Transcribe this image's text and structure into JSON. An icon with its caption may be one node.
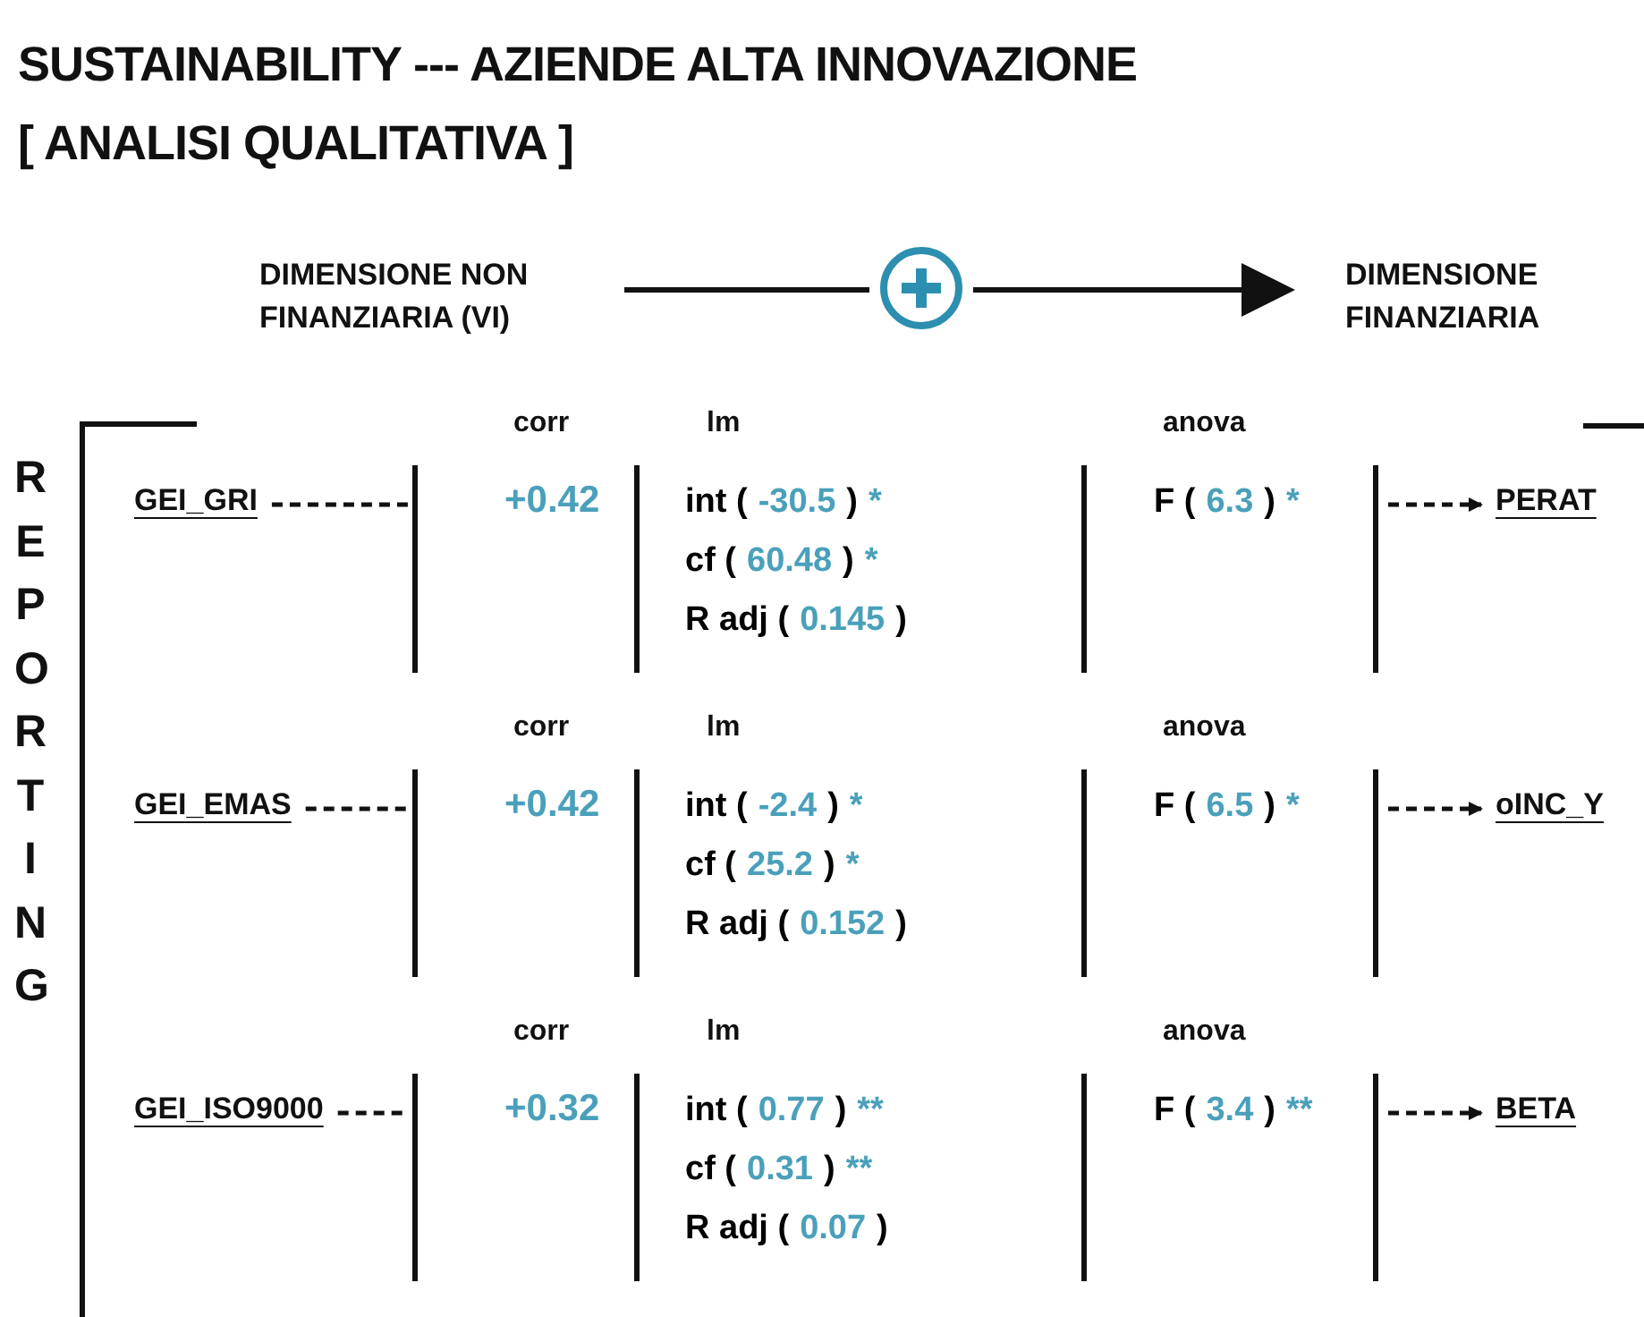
{
  "diagram": {
    "title": "SUSTAINABILITY --- AZIENDE ALTA INNOVAZIONE [ ANALISI QUALITATIVA ]",
    "nodes": [
      {
        "text": [
          "DIMENSIONE NON FINANZIARIA (VI)"
        ]
      },
      {
        "text": [],
        "shape": "circle"
      },
      {
        "text": [
          "DIMENSIONE FINANZIARIA"
        ]
      }
    ],
    "edges": [
      {
        "from": 0,
        "to": 1,
        "arrow": "none"
      },
      {
        "from": 1,
        "to": 2,
        "arrow": "to"
      }
    ],
    "labels": [
      "REPORTING",
      "corr",
      "lm",
      "anova",
      "GEI_GRI",
      "+0.42",
      "int (",
      "-30.5",
      ")",
      "*",
      "cf (",
      "60.48",
      ")",
      "*",
      "R adj (",
      "0.145",
      ")",
      "F (",
      "6.3",
      ")",
      "*",
      "PERAT",
      "corr",
      "lm",
      "anova",
      "GEI_EMAS",
      "+0.42",
      "int (",
      "-2.4",
      ")",
      "*",
      "cf (",
      "25.2",
      ")",
      "*",
      "R adj (",
      "0.152",
      ")",
      "F (",
      "6.5",
      ")",
      "*",
      "oINC_Y",
      "corr",
      "lm",
      "anova",
      "GEI_ISO9000",
      "+0.32",
      "int (",
      "0.77",
      ")",
      "**",
      "cf (",
      "0.31",
      ")",
      "**",
      "R adj (",
      "0.07",
      ")",
      "F (",
      "3.4",
      ")",
      "**",
      "BETA"
    ]
  }
}
